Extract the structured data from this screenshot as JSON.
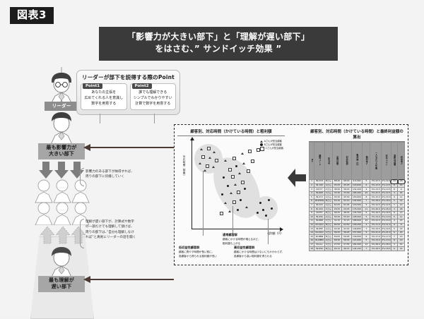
{
  "figure_tag": "図表3",
  "title": {
    "line1": "「影響力が大きい部下」と「理解が遅い部下」",
    "line2": "をはさむ、” サンドイッチ効果 ”"
  },
  "point_box": {
    "heading": "リーダーが部下を説得する際のPoint",
    "cards": [
      {
        "tag": "Point1",
        "text": "あなたの主張を\n広めてくれる人を意識し\n数字を用意する"
      },
      {
        "tag": "Point2",
        "text": "誰でも理解できる\nシンプルでわかりやすい\n計算で数字を用意する"
      }
    ]
  },
  "people": [
    {
      "label": "リーダー",
      "type": "leader"
    },
    {
      "label": "最も影響力が\n大きい部下",
      "type": "influencer"
    },
    {
      "label": "最も理解が\n遅い部下",
      "type": "slow"
    }
  ],
  "callouts": [
    {
      "text": "影響力のある部下が納得すれば、\n周りの部下に伝播していく"
    },
    {
      "text": "理解が遅い部下が、計算式や数字\nの一部だけでも理解して頷けば、\n周りの部下は、”自分も理解しなけ\nれば”と真剣にリーダーの話を聞く"
    }
  ],
  "scatter": {
    "title": "顧客別、対応時間（かけている時間）と粗利額",
    "ylabel": "対応時間（時間）",
    "xlabel": "粗利額（円）",
    "legend": [
      {
        "marker": "triangle",
        "label": "Aさんが担当顧客"
      },
      {
        "marker": "dot",
        "label": "Bさんが担当顧客"
      },
      {
        "marker": "square",
        "label": "Cさんが担当顧客"
      }
    ],
    "annotations": [
      {
        "heading": "通常顧客群",
        "text": "顧客にかける時間が増えるほど、\n粗利額も上がる"
      },
      {
        "heading": "低収益性顧客群",
        "text": "顧客に費やす時間が長い割に、\n各顧客から得られる粗利額が低い"
      },
      {
        "heading": "高収益性顧客群",
        "text": "顧客にかける時間は少ないにもかかわらず、\n各顧客から高い粗利額を得られる"
      }
    ]
  },
  "table": {
    "title": "顧客別、対応時間（かけている時間）と最終利益額の算出",
    "group_headers": [
      "顧客情報",
      "対応時間",
      "売上・粗利",
      "人件費・経費",
      "最終利益"
    ],
    "columns": [
      "No",
      "顧客コード",
      "担当者",
      "訪問\n回数",
      "対応\n時間",
      "粗利額\n（円）",
      "粗利\n率%",
      "一人当たり\n人件費",
      "対応\nコスト",
      "経費\n率%",
      "最終\n利益額",
      "利益\n率%"
    ],
    "rows": [
      [
        "1",
        "IN-XYZ",
        "Bさん",
        "68:40",
        "9:6,000",
        "5",
        "3%:22.5",
        "13",
        "18"
      ],
      [
        "2",
        "IN-100",
        "Aさん",
        "45:25",
        "123,600",
        "6",
        "3%:13.5",
        "6",
        "12"
      ],
      [
        "3",
        "IN-YYY",
        "Cさん",
        "38:20",
        "132,450",
        "4",
        "3%:13.5",
        "8",
        "9"
      ],
      [
        "4",
        "IN-ZZZ",
        "Cさん",
        "33:30",
        "165,400",
        "10",
        "3%:22.5",
        "4",
        "45"
      ],
      [
        "5",
        "IN-XYX",
        "Aさん",
        "45:30",
        "153,600",
        "8",
        "4%:15.0",
        "9",
        "11"
      ],
      [
        "6",
        "IN-WWW",
        "Bさん",
        "52:10",
        "142,900",
        "7",
        "3%:18.0",
        "5",
        "14"
      ],
      [
        "7",
        "IN-VVV",
        "Aさん",
        "61:05",
        "118,300",
        "5",
        "3%:12.5",
        "7",
        "10"
      ],
      [
        "8",
        "IN-UUU",
        "Cさん",
        "29:45",
        "176,200",
        "11",
        "4%:26.0",
        "3",
        "48"
      ],
      [
        "9",
        "IN-TTT",
        "Bさん",
        "48:35",
        "135,700",
        "6",
        "3%:16.5",
        "8",
        "13"
      ],
      [
        "10",
        "IN-SSS",
        "Aさん",
        "55:20",
        "128,400",
        "5",
        "3%:14.0",
        "6",
        "11"
      ],
      [
        "11",
        "IN-RRR",
        "Cさん",
        "31:15",
        "168,900",
        "10",
        "4%:24.0",
        "4",
        "43"
      ],
      [
        "12",
        "IN-QQQ",
        "Bさん",
        "64:50",
        "109,200",
        "4",
        "3%:11.0",
        "9",
        "8"
      ],
      [
        "13",
        "IN-PPP",
        "Aさん",
        "42:40",
        "146,800",
        "7",
        "3%:19.5",
        "5",
        "15"
      ],
      [
        "14",
        "IN-OOO",
        "Cさん",
        "36:25",
        "157,300",
        "9",
        "4%:21.0",
        "6",
        "22"
      ],
      [
        "15",
        "IN-NNN",
        "Bさん",
        "50:05",
        "139,500",
        "6",
        "3%:17.0",
        "7",
        "13"
      ],
      [
        "16",
        "IN-MMM",
        "Aさん",
        "58:30",
        "121,600",
        "5",
        "3%:13.0",
        "8",
        "10"
      ],
      [
        "17",
        "IN-LLL",
        "Cさん",
        "27:55",
        "182,400",
        "12",
        "4%:28.0",
        "3",
        "52"
      ],
      [
        "18",
        "IN-KKK",
        "Bさん",
        "46:15",
        "144,100",
        "7",
        "3%:18.5",
        "6",
        "14"
      ]
    ]
  },
  "arrow": {
    "name": "leftward-block-arrow",
    "direction": "left"
  }
}
